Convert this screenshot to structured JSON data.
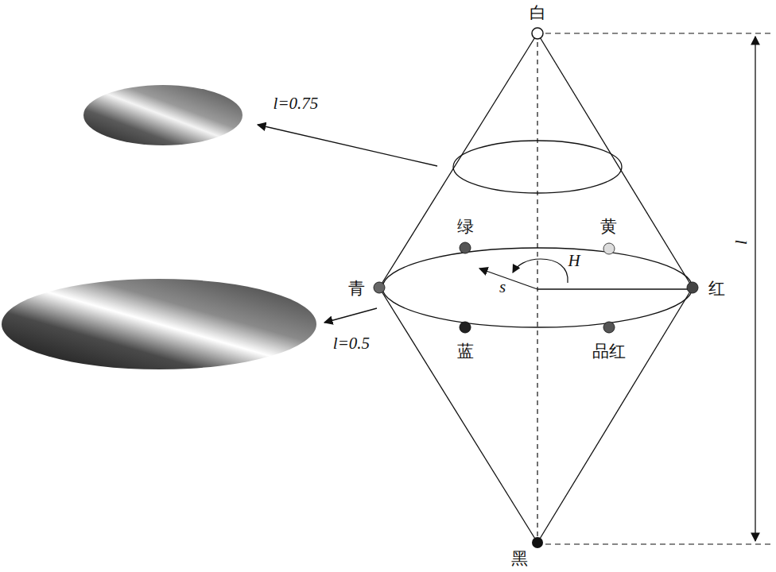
{
  "diagram": {
    "labels": [
      "白",
      "l=0.75",
      "绿",
      "黄",
      "H",
      "青",
      "s",
      "红",
      "l=0.5",
      "蓝",
      "品红",
      "l",
      "黑"
    ]
  }
}
